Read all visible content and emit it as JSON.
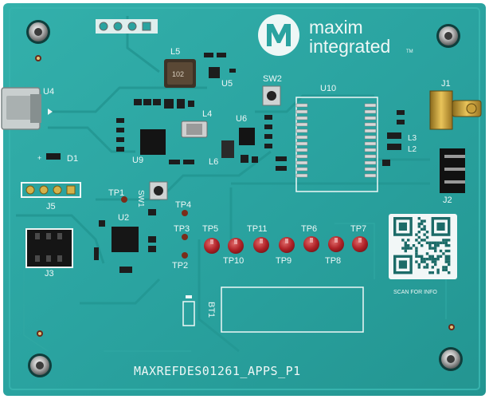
{
  "board": {
    "pcb_color": "#2aa3a0",
    "silk_color": "#eef7f6",
    "part_number": "MAXREFDES01261_APPS_P1"
  },
  "logo": {
    "line1": "maxim",
    "line2": "integrated",
    "tm": "TM"
  },
  "qr": {
    "caption": "SCAN FOR INFO"
  },
  "refdes": {
    "u4": "U4",
    "u5": "U5",
    "u6": "U6",
    "u9": "U9",
    "u10": "U10",
    "u2": "U2",
    "l5": "L5",
    "l4": "L4",
    "l6": "L6",
    "l3": "L3",
    "l2": "L2",
    "d1": "D1",
    "sw1": "SW1",
    "sw2": "SW2",
    "j1": "J1",
    "j2": "J2",
    "j3": "J3",
    "j5": "J5",
    "bt1": "BT1"
  },
  "testpoints": {
    "tp1": "TP1",
    "tp2": "TP2",
    "tp3": "TP3",
    "tp4": "TP4",
    "tp5": "TP5",
    "tp6": "TP6",
    "tp7": "TP7",
    "tp8": "TP8",
    "tp9": "TP9",
    "tp10": "TP10",
    "tp11": "TP11"
  },
  "inductor_marking": "102"
}
